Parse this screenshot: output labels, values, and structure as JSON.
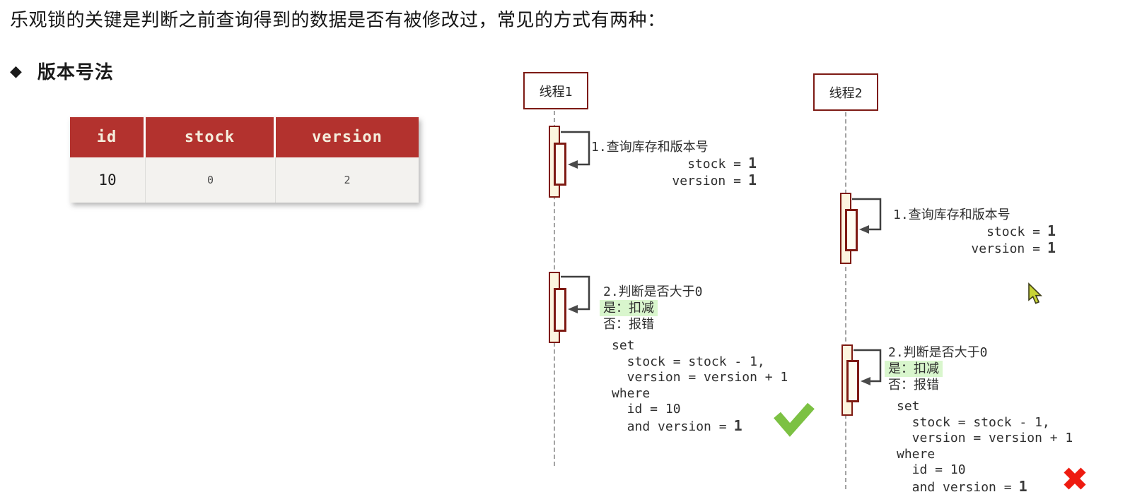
{
  "intro": "乐观锁的关键是判断之前查询得到的数据是否有被修改过，常见的方式有两种：",
  "section": {
    "bullet": "◆",
    "title": "版本号法"
  },
  "db_table": {
    "headers": [
      "id",
      "stock",
      "version"
    ],
    "row": [
      "10",
      "0",
      "2"
    ]
  },
  "thread1": {
    "title": "线程1",
    "step1": {
      "caption": "1.查询库存和版本号",
      "stock_label": "stock =",
      "stock_value": "1",
      "version_label": "version =",
      "version_value": "1"
    },
    "step2": {
      "caption": "2.判断是否大于0",
      "yes_branch": "是：扣减",
      "no_branch": "否：报错",
      "sql_head": "set\n  stock = stock - 1,\n  version = version + 1\nwhere\n  id = 10",
      "sql_last_label": "  and version =",
      "sql_last_value": "1",
      "result": "success"
    }
  },
  "thread2": {
    "title": "线程2",
    "step1": {
      "caption": "1.查询库存和版本号",
      "stock_label": "stock =",
      "stock_value": "1",
      "version_label": "version =",
      "version_value": "1"
    },
    "step2": {
      "caption": "2.判断是否大于0",
      "yes_branch": "是：扣减",
      "no_branch": "否：报错",
      "sql_head": "set\n  stock = stock - 1,\n  version = version + 1\nwhere\n  id = 10",
      "sql_last_label": "  and version =",
      "sql_last_value": "1",
      "result": "fail"
    }
  },
  "colors": {
    "table_header_bg": "#b3322e",
    "table_header_text": "#f5eedd",
    "activation_border": "#7e1a12",
    "activation_fill": "#fcf5df",
    "highlight_green": "#d9f6cd",
    "check_green": "#7cc143",
    "cross_red": "#ee1b10",
    "cursor_yellow": "#c8d435"
  }
}
